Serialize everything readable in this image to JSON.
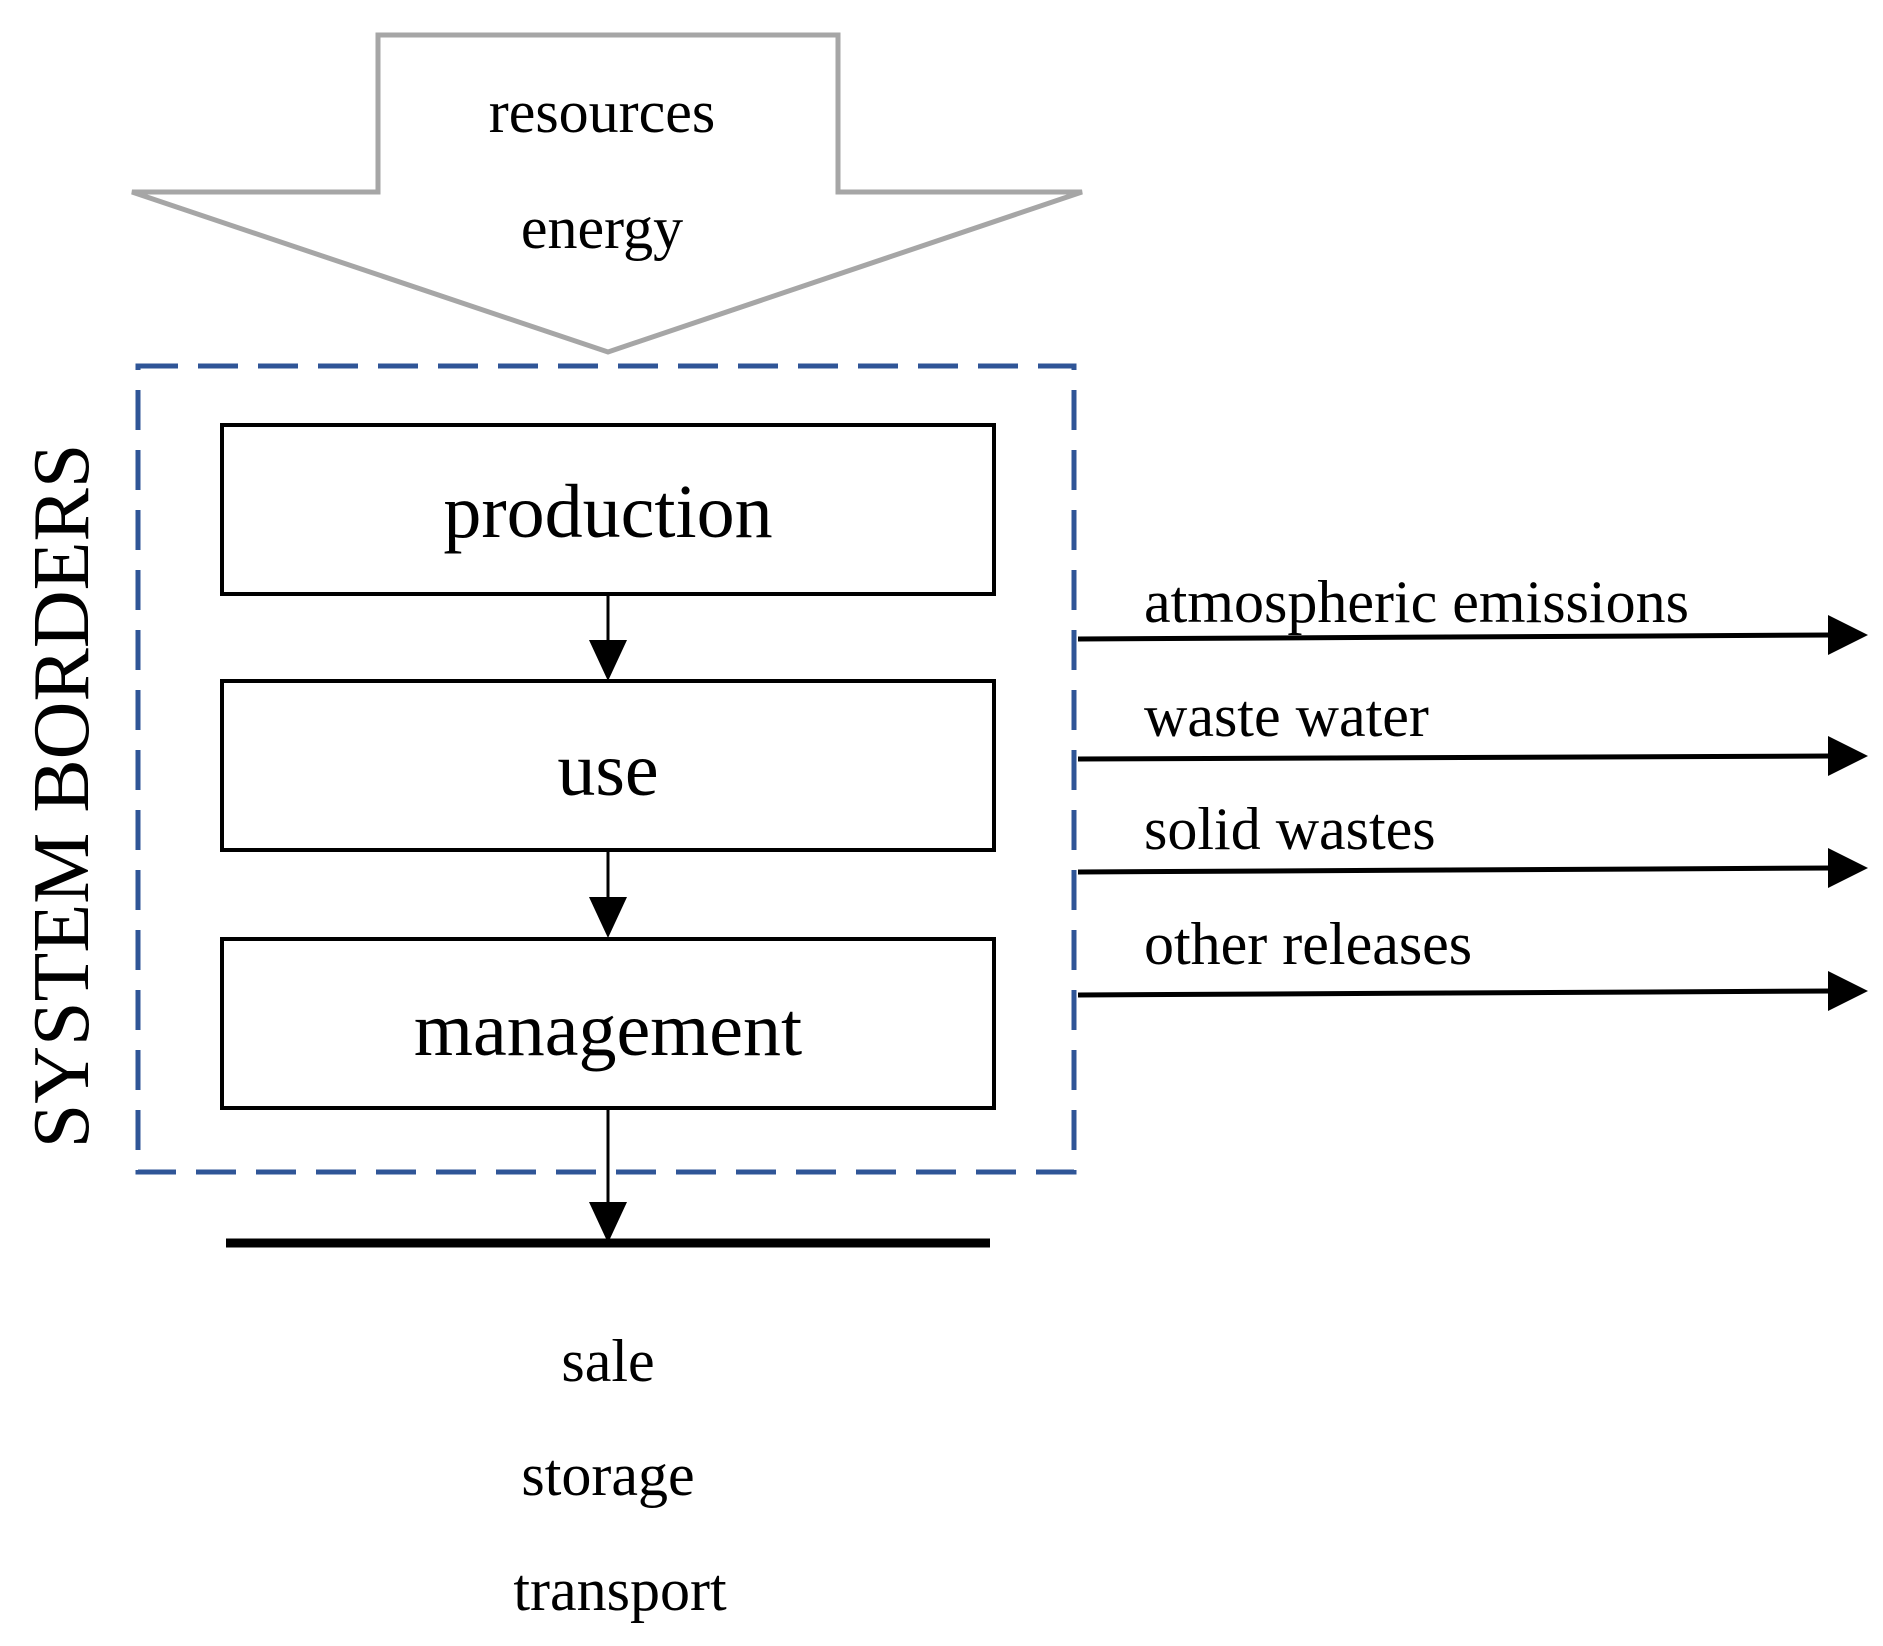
{
  "inputs": {
    "items": [
      "resources",
      "energy"
    ]
  },
  "system_border": {
    "label": "SYSTEM BORDERS"
  },
  "stages": [
    "production",
    "use",
    "management"
  ],
  "outputs": [
    "atmospheric emissions",
    "waste water",
    "solid wastes",
    "other releases"
  ],
  "destinations": [
    "sale",
    "storage",
    "transport"
  ],
  "colors": {
    "input_arrow_stroke": "#a6a6a6",
    "system_border_stroke": "#2f5597",
    "line": "#000000",
    "background": "#ffffff"
  }
}
